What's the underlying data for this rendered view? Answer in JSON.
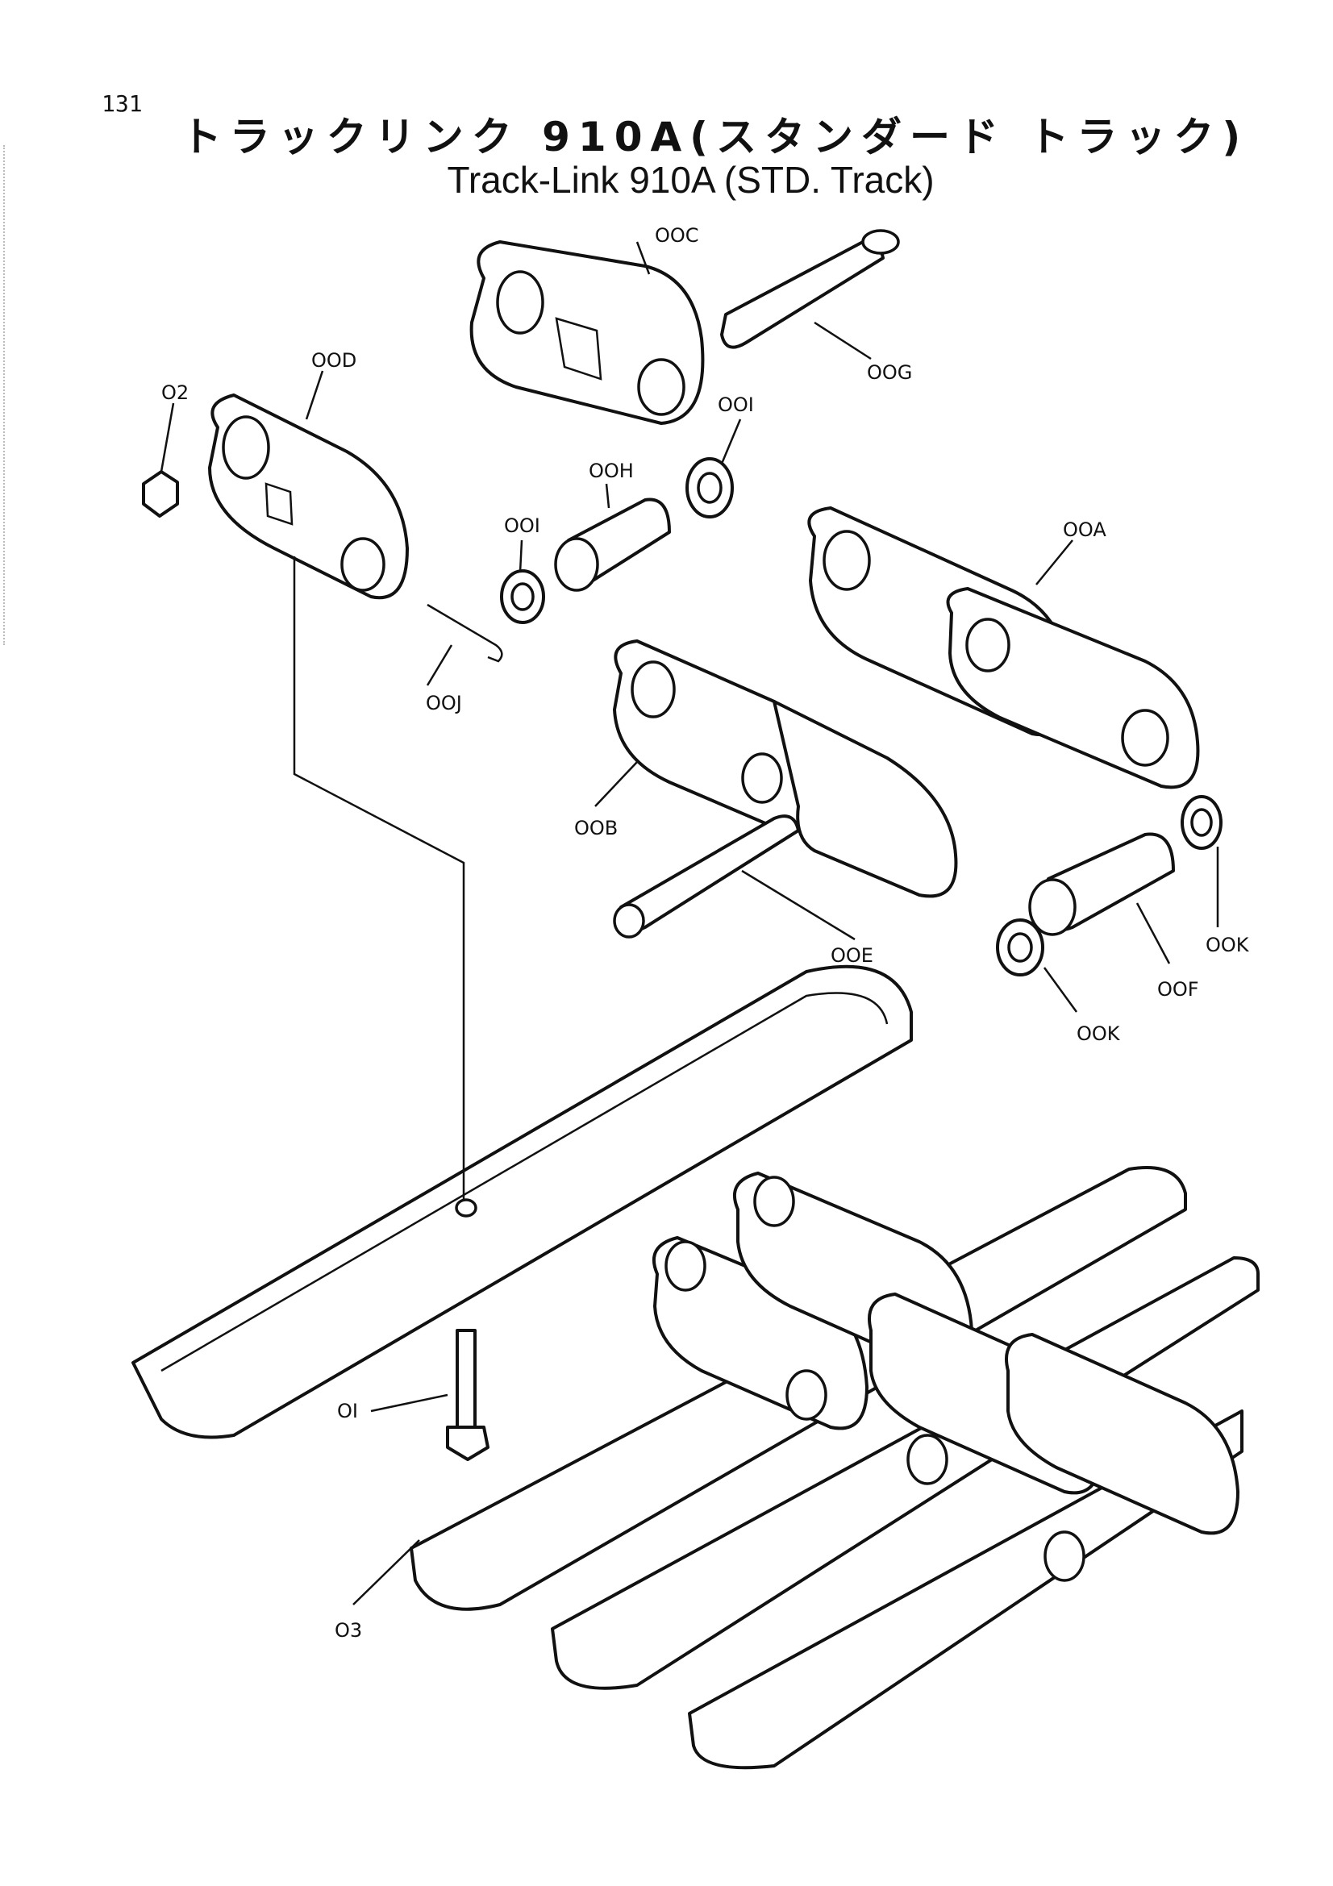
{
  "page_number": "131",
  "title": {
    "japanese": "トラックリンク 910A(スタンダード トラック)",
    "english": "Track-Link 910A (STD. Track)"
  },
  "callouts": {
    "c00C": "OOC",
    "c00G": "OOG",
    "c00D": "OOD",
    "c02": "O2",
    "c00I_top": "OOI",
    "c00H": "OOH",
    "c00I_left": "OOI",
    "c00A": "OOA",
    "c00J": "OOJ",
    "c00B": "OOB",
    "c00E": "OOE",
    "c00K_right": "OOK",
    "c00F": "OOF",
    "c00K_bottom": "OOK",
    "c01": "OI",
    "c03": "O3"
  }
}
